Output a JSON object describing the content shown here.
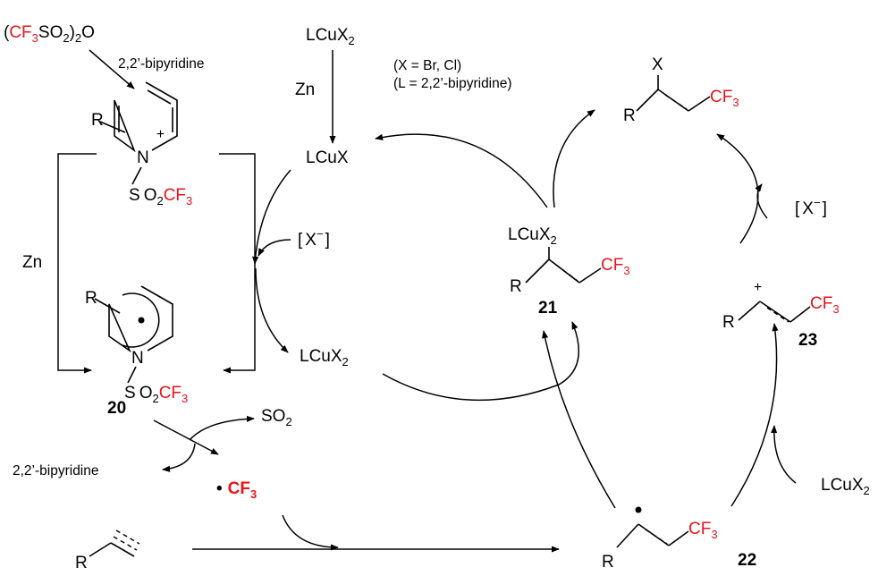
{
  "reagents": {
    "anhydride": {
      "open": "(",
      "cf": "CF",
      "cf_sub": "3",
      "so": "SO",
      "so_sub": "2",
      "close": ")",
      "n": "2",
      "o": "O"
    },
    "bipy_top": "2,2’-bipyridine",
    "cu_top": {
      "main": "LCuX",
      "sub": "2"
    },
    "zn_top": "Zn",
    "x_def": "(X = Br, Cl)",
    "l_def": "(L = 2,2’-bipyridine)",
    "zn_left": "Zn",
    "bipy_bottom": "2,2’-bipyridine",
    "so2": {
      "main": "SO",
      "sub": "2"
    },
    "cu_bottom_right": {
      "main": "LCuX",
      "sub": "2"
    }
  },
  "salt": {
    "r": "R",
    "plus": "+",
    "n": "N",
    "tf": {
      "s": "S",
      "o": "O",
      "o_sub": "2",
      "cf": "CF",
      "cf_sub": "3"
    }
  },
  "radical20": {
    "r": "R",
    "n": "N",
    "tf": {
      "s": "S",
      "o": "O",
      "o_sub": "2",
      "cf": "CF",
      "cf_sub": "3"
    },
    "label": "20"
  },
  "cycle": {
    "lcux": "LCuX",
    "xminus_left": {
      "bracket_open": "[",
      "x": "X",
      "sup": "−",
      "bracket_close": "]"
    },
    "lcux2_mid": {
      "main": "LCuX",
      "sub": "2"
    },
    "xminus_right": {
      "bracket_open": "[",
      "x": "X",
      "sup": "−",
      "bracket_close": "]"
    }
  },
  "cf3_radical": {
    "dot": "•",
    "cf": "CF",
    "cf_sub": "3"
  },
  "alkyne": {
    "r": "R"
  },
  "cpd21": {
    "cu": "LCuX",
    "cu_sub": "2",
    "r": "R",
    "cf": "CF",
    "cf_sub": "3",
    "label": "21"
  },
  "cpd22": {
    "r": "R",
    "cf": "CF",
    "cf_sub": "3",
    "label": "22"
  },
  "cpd23": {
    "r": "R",
    "plus": "+",
    "cf": "CF",
    "cf_sub": "3",
    "label": "23"
  },
  "product": {
    "x": "X",
    "r": "R",
    "cf": "CF",
    "cf_sub": "3"
  }
}
